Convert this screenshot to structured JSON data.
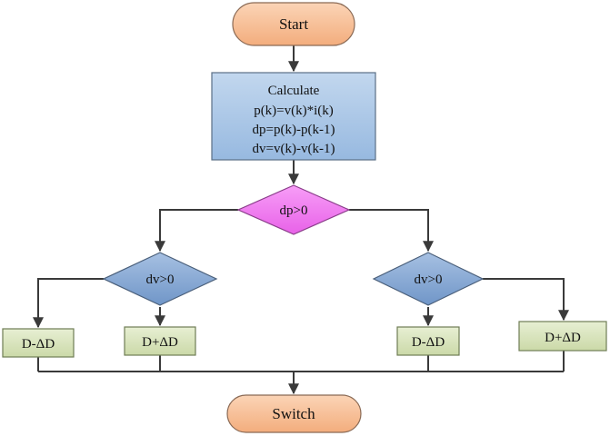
{
  "flowchart": {
    "start": {
      "label": "Start"
    },
    "calculate": {
      "lines": [
        "Calculate",
        "p(k)=v(k)*i(k)",
        "dp=p(k)-p(k-1)",
        "dv=v(k)-v(k-1)"
      ]
    },
    "decision_dp": {
      "label": "dp>0"
    },
    "decision_dv_left": {
      "label": "dv>0"
    },
    "decision_dv_right": {
      "label": "dv>0"
    },
    "action_left_1": {
      "label": "D-ΔD"
    },
    "action_left_2": {
      "label": "D+ΔD"
    },
    "action_right_1": {
      "label": "D-ΔD"
    },
    "action_right_2": {
      "label": "D+ΔD"
    },
    "end": {
      "label": "Switch"
    }
  },
  "colors": {
    "terminal_fill": "#f8c19b",
    "terminal_stroke": "#8a6a55",
    "process_fill": "#a9c7e7",
    "process_stroke": "#5a6f86",
    "decision_primary_fill": "#f07ef0",
    "decision_primary_stroke": "#8a3d8a",
    "decision_secondary_fill": "#88a9d4",
    "decision_secondary_stroke": "#4a5f7a",
    "action_fill": "#d9e5bf",
    "action_stroke": "#6f7d55",
    "edge": "#3a3a3a"
  }
}
